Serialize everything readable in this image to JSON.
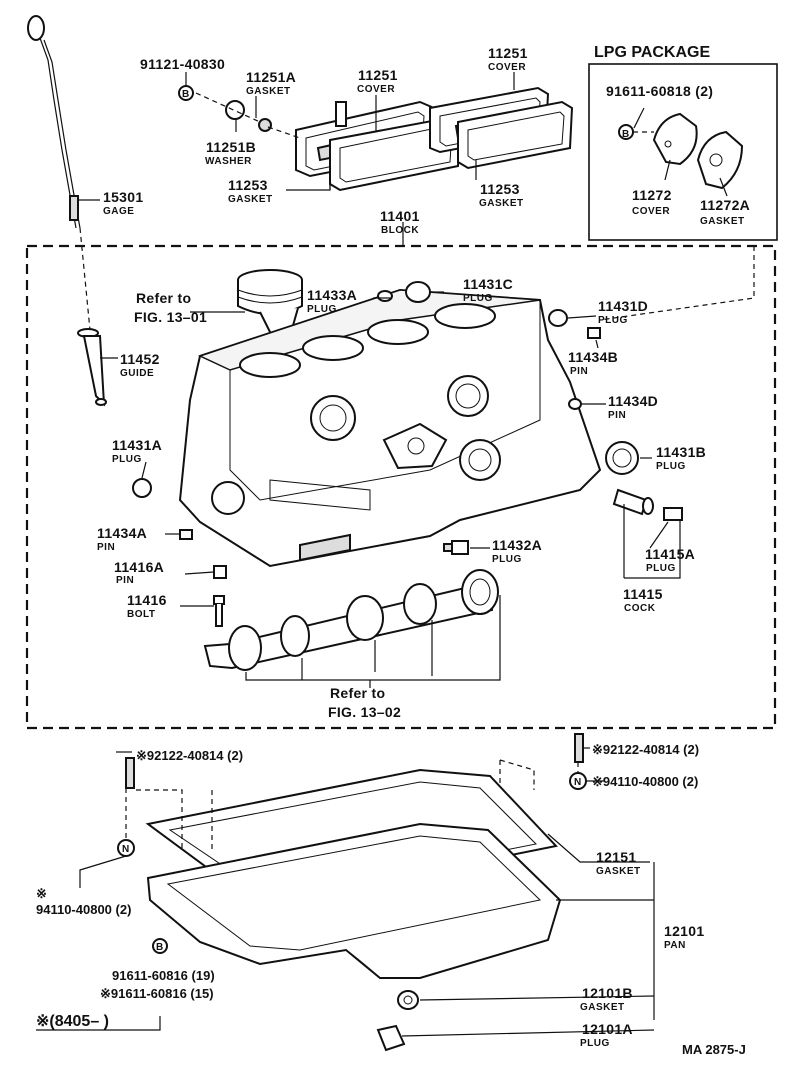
{
  "title": "LPG PACKAGE",
  "code": "MA 2875-J",
  "date_note": "※(8405–     )",
  "labels": [
    {
      "id": "p91121",
      "num": "91121-40830",
      "name": ""
    },
    {
      "id": "p11251a",
      "num": "11251A",
      "name": "GASKET"
    },
    {
      "id": "p11251",
      "num": "11251",
      "name": "COVER"
    },
    {
      "id": "p11251r",
      "num": "11251",
      "name": "COVER"
    },
    {
      "id": "p11251b",
      "num": "11251B",
      "name": "WASHER"
    },
    {
      "id": "p11253",
      "num": "11253",
      "name": "GASKET"
    },
    {
      "id": "p11253r",
      "num": "11253",
      "name": "GASKET"
    },
    {
      "id": "p91611l",
      "num": "91611-60818 (2)",
      "name": ""
    },
    {
      "id": "p11272",
      "num": "11272",
      "name": "COVER"
    },
    {
      "id": "p11272a",
      "num": "11272A",
      "name": "GASKET"
    },
    {
      "id": "p15301",
      "num": "15301",
      "name": "GAGE"
    },
    {
      "id": "p11401",
      "num": "11401",
      "name": "BLOCK"
    },
    {
      "id": "p11433a",
      "num": "11433A",
      "name": "PLUG"
    },
    {
      "id": "p11431c",
      "num": "11431C",
      "name": "PLUG"
    },
    {
      "id": "p11431d",
      "num": "11431D",
      "name": "PLUG"
    },
    {
      "id": "p11452",
      "num": "11452",
      "name": "GUIDE"
    },
    {
      "id": "p11434b",
      "num": "11434B",
      "name": "PIN"
    },
    {
      "id": "p11434d",
      "num": "11434D",
      "name": "PIN"
    },
    {
      "id": "p11431a",
      "num": "11431A",
      "name": "PLUG"
    },
    {
      "id": "p11431b",
      "num": "11431B",
      "name": "PLUG"
    },
    {
      "id": "p11434a",
      "num": "11434A",
      "name": "PIN"
    },
    {
      "id": "p11432a",
      "num": "11432A",
      "name": "PLUG"
    },
    {
      "id": "p11415a",
      "num": "11415A",
      "name": "PLUG"
    },
    {
      "id": "p11416a",
      "num": "11416A",
      "name": "PIN"
    },
    {
      "id": "p11416",
      "num": "11416",
      "name": "BOLT"
    },
    {
      "id": "p11415",
      "num": "11415",
      "name": "COCK"
    },
    {
      "id": "p12151",
      "num": "12151",
      "name": "GASKET"
    },
    {
      "id": "p12101",
      "num": "12101",
      "name": "PAN"
    },
    {
      "id": "p12101b",
      "num": "12101B",
      "name": "GASKET"
    },
    {
      "id": "p12101a",
      "num": "12101A",
      "name": "PLUG"
    }
  ],
  "refs": [
    {
      "line1": "Refer to",
      "line2": "FIG. 13–01"
    },
    {
      "line1": "Refer to",
      "line2": "FIG. 13–02"
    }
  ],
  "notes": {
    "n92122l": "※92122-40814 (2)",
    "n92122r": "※92122-40814 (2)",
    "n94110r": "※94110-40800 (2)",
    "n94110l_mark": "※",
    "n94110l": "94110-40800 (2)",
    "n91611_19": "91611-60816 (19)",
    "n91611_15": "※91611-60816 (15)"
  },
  "markers": {
    "b": "B",
    "n": "N"
  }
}
